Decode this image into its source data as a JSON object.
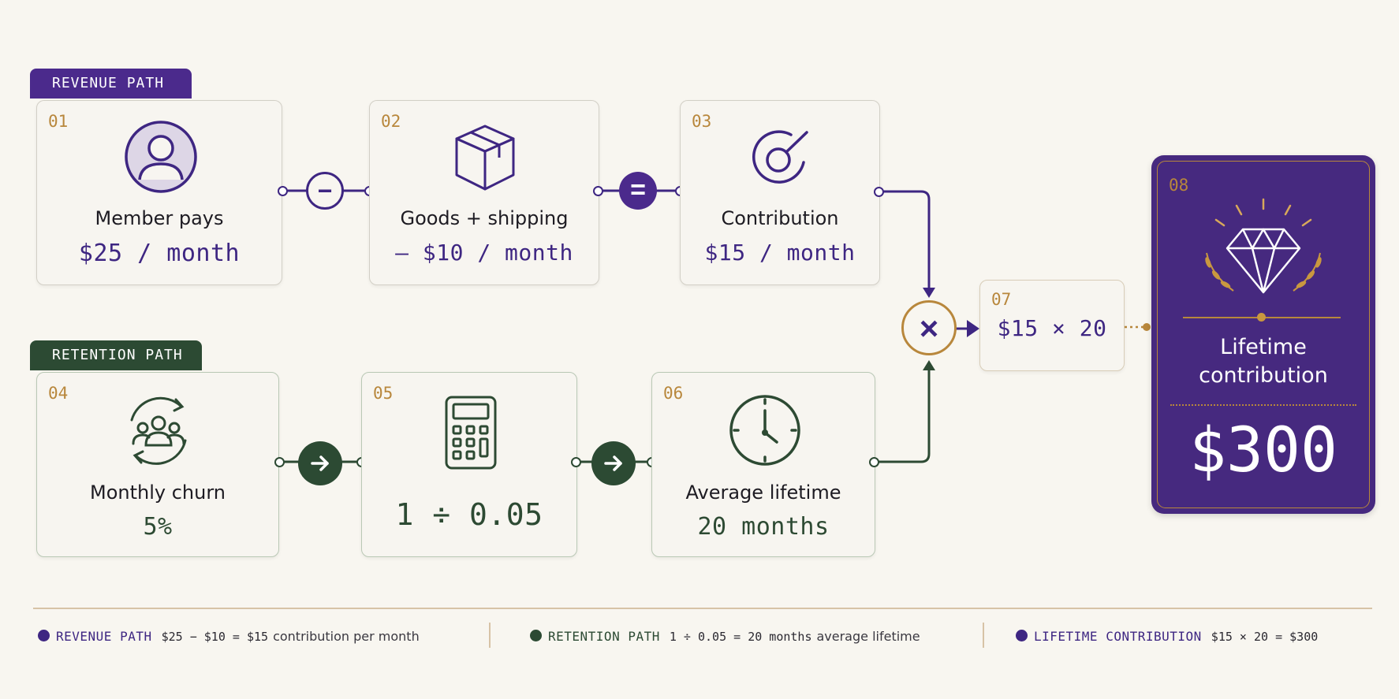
{
  "revenue_path": {
    "tag": "REVENUE PATH",
    "steps": [
      {
        "num": "01",
        "title": "Member pays",
        "value": "$25 / month"
      },
      {
        "num": "02",
        "title": "Goods + shipping",
        "value": "– $10 / month"
      },
      {
        "num": "03",
        "title": "Contribution",
        "value": "$15 / month"
      }
    ],
    "operators": [
      "−",
      "="
    ]
  },
  "retention_path": {
    "tag": "RETENTION PATH",
    "steps": [
      {
        "num": "04",
        "title": "Monthly churn",
        "value": "5%"
      },
      {
        "num": "05",
        "title": "",
        "value": "1 ÷ 0.05"
      },
      {
        "num": "06",
        "title": "Average lifetime",
        "value": "20 months"
      }
    ]
  },
  "multiply": {
    "operator": "×",
    "num": "07",
    "expression": "$15 × 20"
  },
  "result": {
    "num": "08",
    "title_line1": "Lifetime",
    "title_line2": "contribution",
    "value": "$300"
  },
  "legend": [
    {
      "name": "REVENUE PATH",
      "expression": "$25 − $10 = $15",
      "text": "contribution per month",
      "color": "#3e2682"
    },
    {
      "name": "RETENTION PATH",
      "expression": "1 ÷ 0.05 = 20 months",
      "text": "average lifetime",
      "color": "#2c4a33"
    },
    {
      "name": "LIFETIME CONTRIBUTION",
      "expression": "$15 × 20 = $300",
      "text": "",
      "color": "#3e2682"
    }
  ],
  "colors": {
    "purple": "#4b2a8c",
    "green": "#2c4a33",
    "gold": "#b8873c",
    "background": "#f8f6f0"
  }
}
